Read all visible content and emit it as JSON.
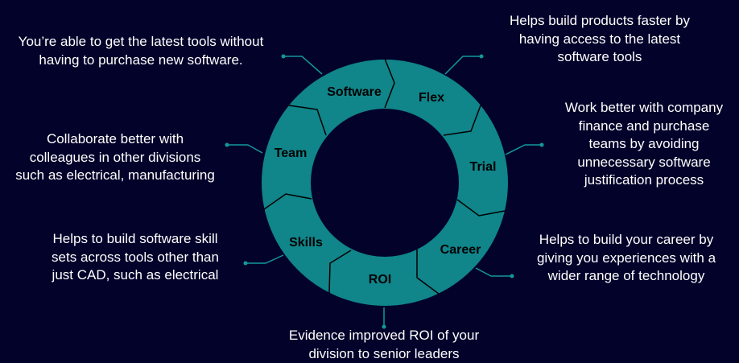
{
  "colors": {
    "background": "#02022a",
    "ring": "#10858a",
    "connector": "#13989c",
    "divider": "#000000",
    "text": "#ffffff"
  },
  "segments": {
    "software": {
      "label": "Software",
      "desc": [
        "You’re able to get the latest tools without",
        "having to purchase new software."
      ]
    },
    "flex": {
      "label": "Flex",
      "desc": [
        "Helps build products faster by",
        "having access to the latest",
        "software tools"
      ]
    },
    "trial": {
      "label": "Trial",
      "desc": [
        "Work better with company",
        "finance and purchase",
        "teams by avoiding",
        "unnecessary software",
        "justification process"
      ]
    },
    "career": {
      "label": "Career",
      "desc": [
        "Helps to build your career by",
        "giving you experiences with a",
        "wider range of technology"
      ]
    },
    "roi": {
      "label": "ROI",
      "desc": [
        "Evidence improved ROI of your",
        "division to senior leaders"
      ]
    },
    "skills": {
      "label": "Skills",
      "desc": [
        "Helps to build software skill",
        "sets across tools other than",
        "just CAD, such as electrical"
      ]
    },
    "team": {
      "label": "Team",
      "desc": [
        "Collaborate better with",
        "colleagues in other divisions",
        "such as electrical, manufacturing"
      ]
    }
  }
}
